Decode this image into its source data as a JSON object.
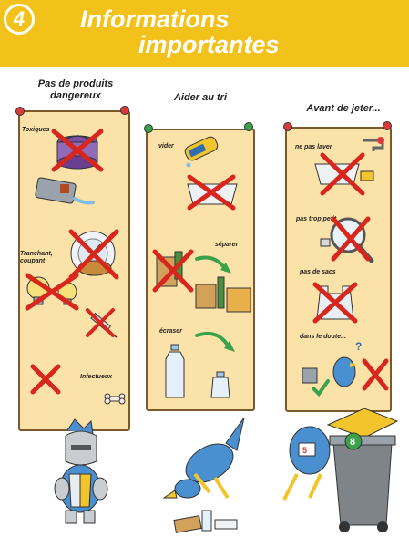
{
  "header": {
    "step_number": "4",
    "title_line1": "Informations",
    "title_line2": "importantes"
  },
  "columns": [
    {
      "title_line1": "Pas de produits",
      "title_line2": "dangereux",
      "labels": {
        "toxic": "Toxiques",
        "sharp_line1": "Tranchant,",
        "sharp_line2": "coupant",
        "infectious": "Infectueux"
      }
    },
    {
      "title_line1": "Aider au tri",
      "title_line2": "",
      "labels": {
        "empty": "vider",
        "separate": "séparer",
        "crush": "écraser"
      }
    },
    {
      "title_line1": "Avant de jeter...",
      "title_line2": "",
      "labels": {
        "no_wash": "ne pas laver",
        "not_too_small": "pas trop petit",
        "no_bags": "pas de sacs",
        "when_in_doubt": "dans le doute..."
      }
    }
  ],
  "bin_number": "8",
  "colors": {
    "header": "#f2c21b",
    "panel": "#fbe2a8",
    "cross": "#d9261c",
    "check": "#3aa24a",
    "bird": "#4a90d0"
  }
}
